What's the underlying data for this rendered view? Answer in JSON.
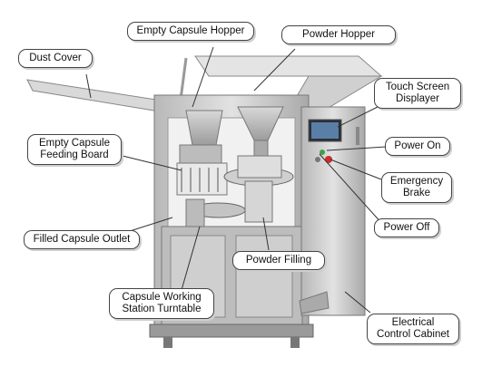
{
  "labels": {
    "dust_cover": "Dust Cover",
    "empty_capsule_hopper": "Empty Capsule Hopper",
    "powder_hopper": "Powder Hopper",
    "touch_screen": [
      "Touch Screen",
      "Displayer"
    ],
    "empty_capsule_feeding_board": [
      "Empty Capsule",
      "Feeding Board"
    ],
    "power_on": "Power On",
    "emergency_brake": [
      "Emergency",
      "Brake"
    ],
    "power_off": "Power Off",
    "filled_capsule_outlet": "Filled Capsule Outlet",
    "powder_filling": "Powder Filling",
    "capsule_working_station": [
      "Capsule Working",
      "Station Turntable"
    ],
    "electrical_control_cabinet": [
      "Electrical",
      "Control Cabinet"
    ]
  },
  "colors": {
    "machine_steel": "#c9c9c9",
    "machine_dark": "#8f8f8f",
    "callout_border": "#444444"
  }
}
